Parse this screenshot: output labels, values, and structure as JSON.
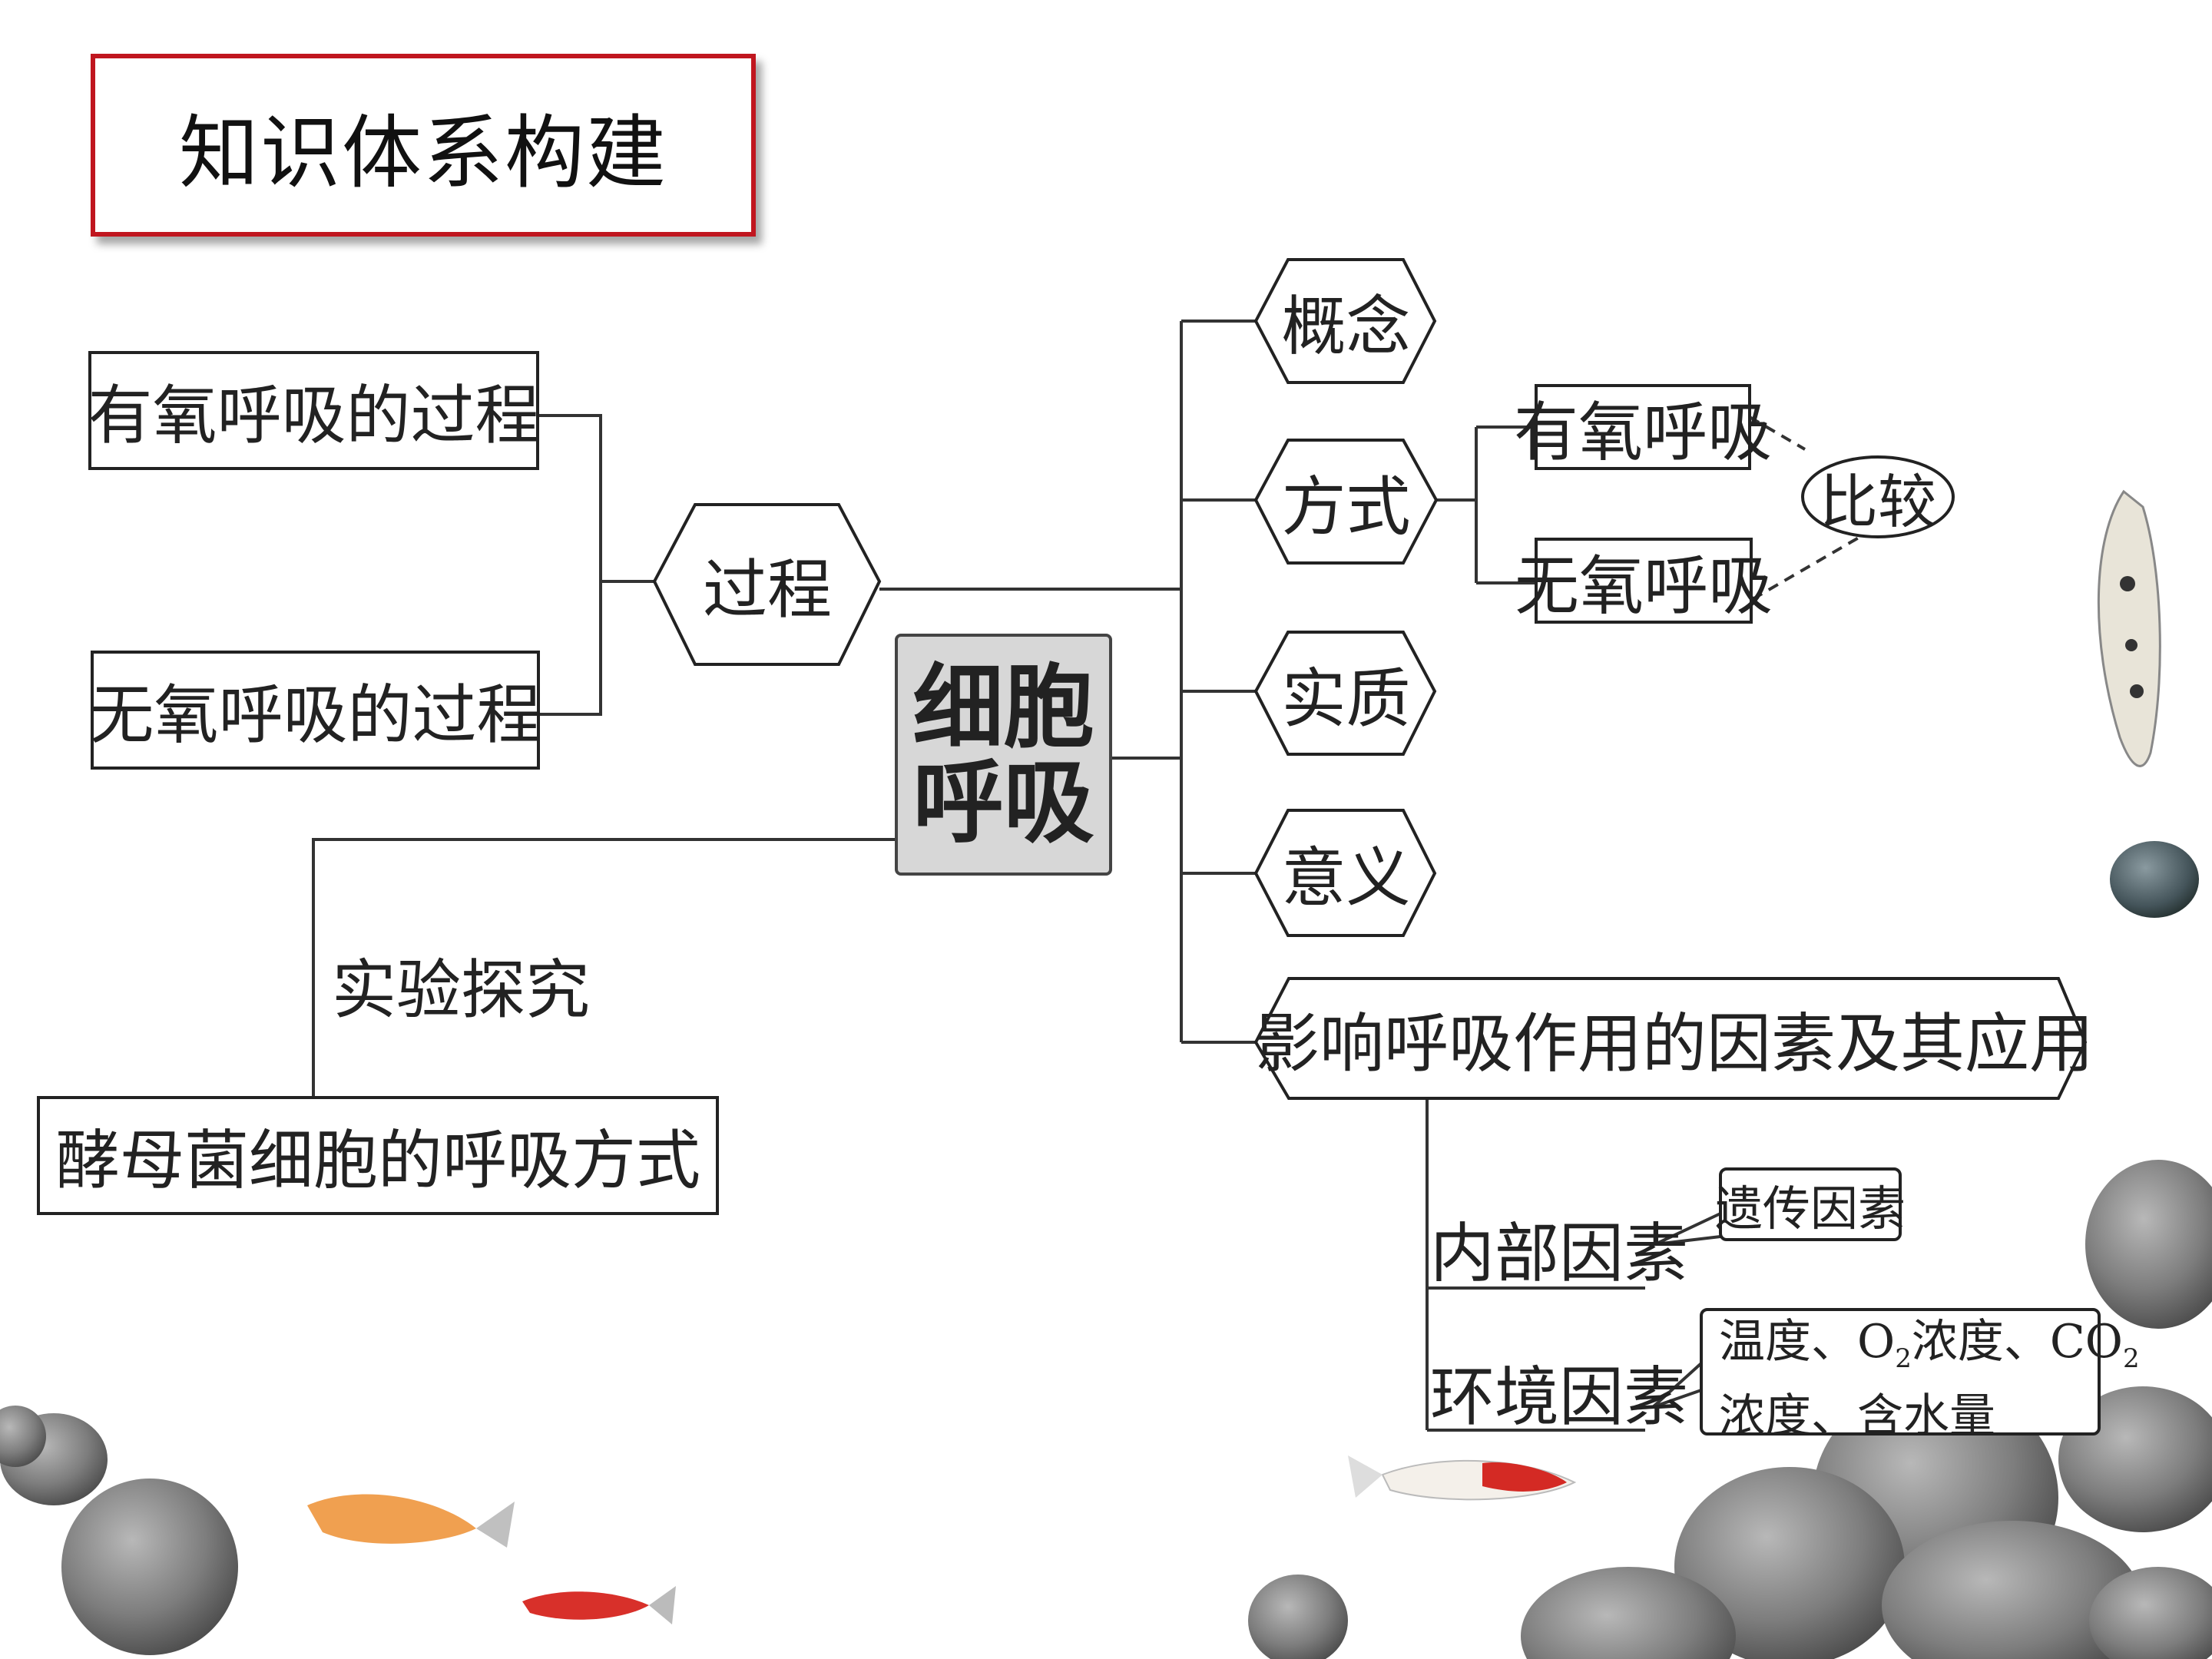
{
  "title": "知识体系构建",
  "center": "细胞呼吸",
  "left": {
    "aerobic_process": "有氧呼吸的过程",
    "anaerobic_process": "无氧呼吸的过程",
    "process": "过程",
    "experiment": "实验探究",
    "yeast": "酵母菌细胞的呼吸方式"
  },
  "right": {
    "concept": "概念",
    "mode": "方式",
    "aerobic": "有氧呼吸",
    "anaerobic": "无氧呼吸",
    "compare": "比较",
    "essence": "实质",
    "significance": "意义",
    "factors": "影响呼吸作用的因素及其应用",
    "internal": "内部因素",
    "genetic": "遗传因素",
    "environmental": "环境因素",
    "env_line1_a": "温度、O",
    "env_line1_sub": "2",
    "env_line1_b": "浓度、CO",
    "env_line1_sub2": "2",
    "env_line2": "浓度、含水量"
  }
}
